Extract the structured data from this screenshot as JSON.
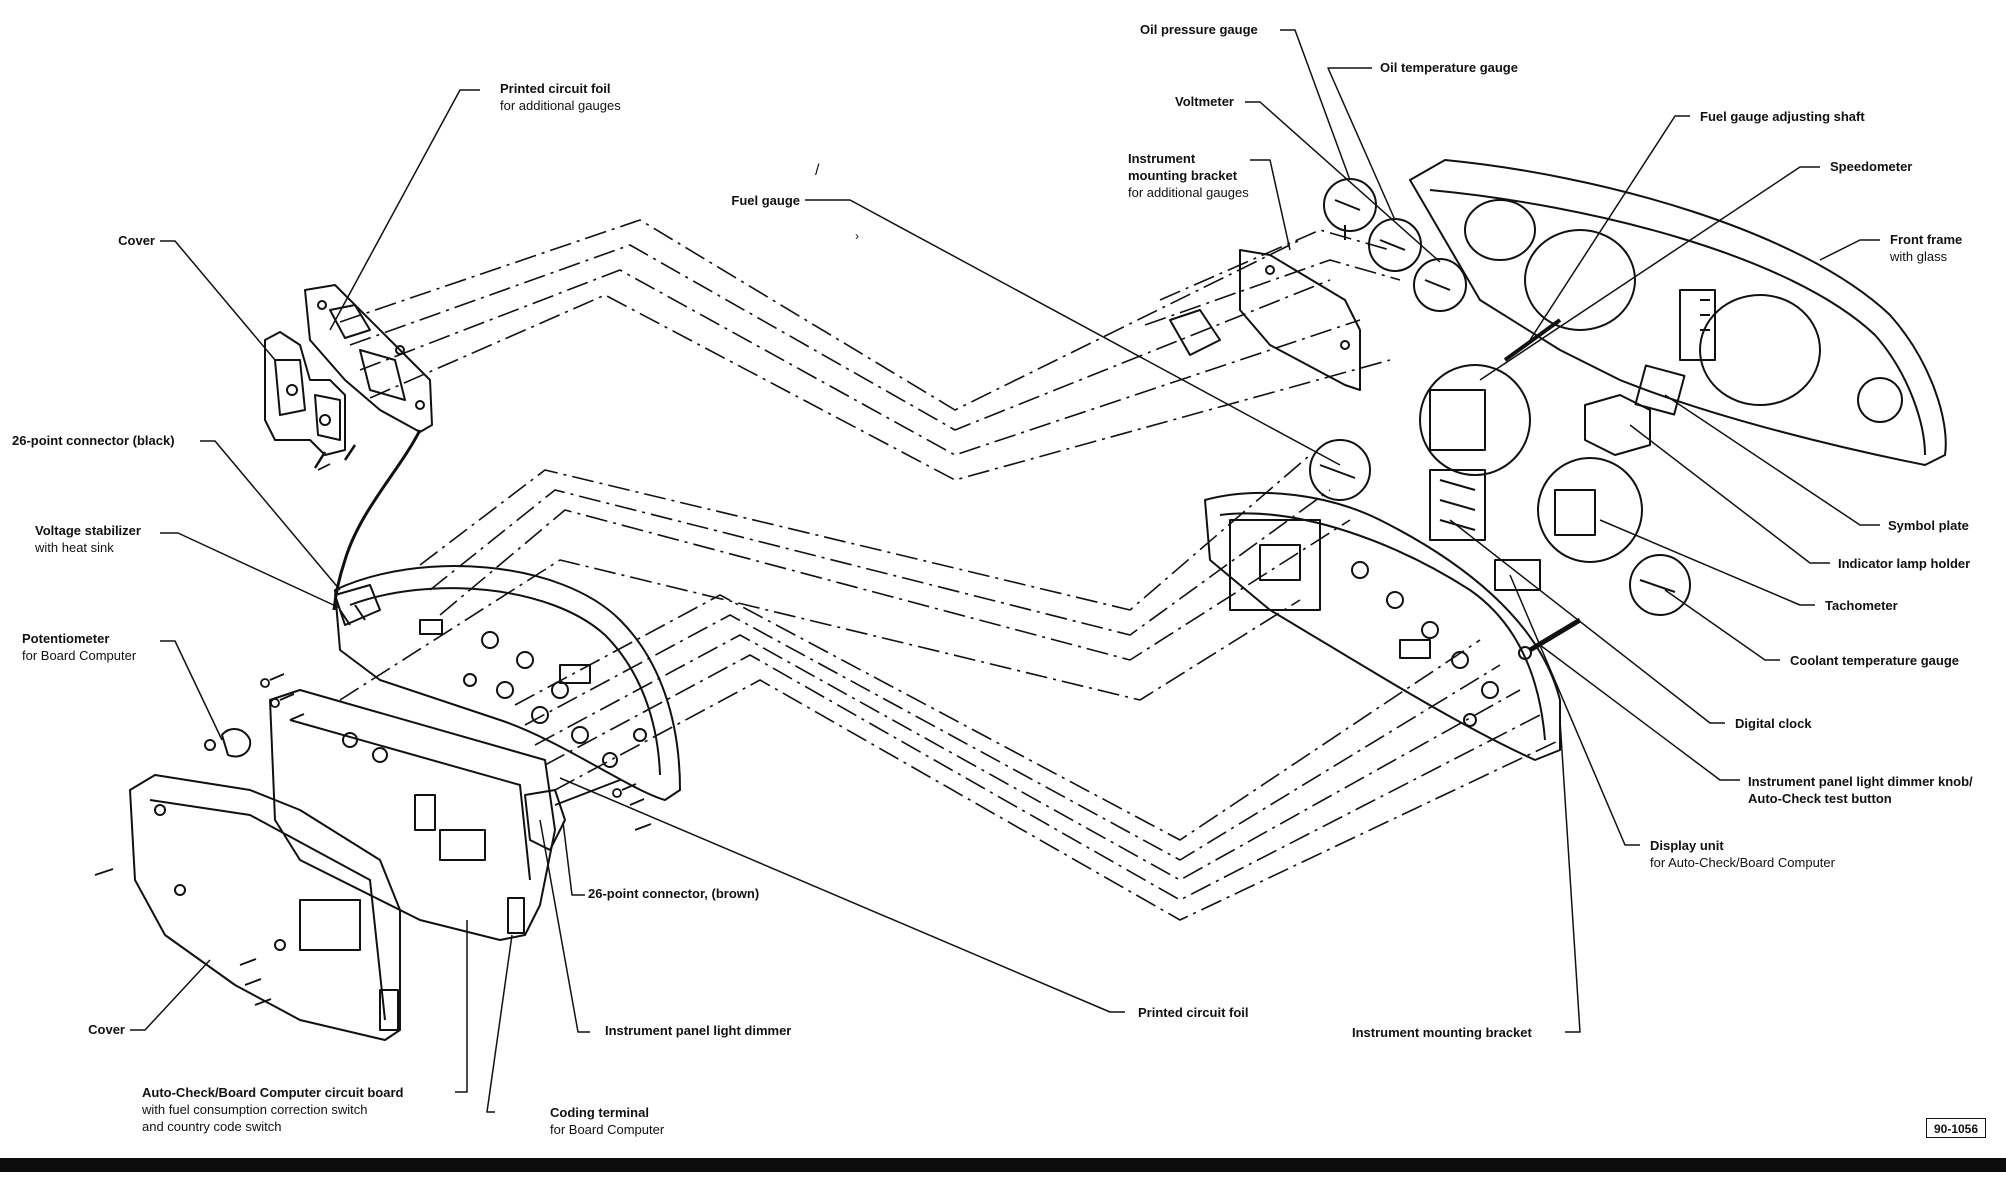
{
  "labels": {
    "printed_circuit_foil_additional": {
      "title": "Printed circuit foil",
      "sub": "for additional gauges"
    },
    "cover_top": {
      "title": "Cover"
    },
    "connector_26_black": {
      "title": "26-point connector (black)"
    },
    "voltage_stabilizer": {
      "title": "Voltage stabilizer",
      "sub": "with heat sink"
    },
    "potentiometer": {
      "title": "Potentiometer",
      "sub": "for Board Computer"
    },
    "cover_bottom": {
      "title": "Cover"
    },
    "board_computer_circuit_board": {
      "title": "Auto-Check/Board Computer circuit board",
      "sub": "with fuel consumption correction switch",
      "sub2": "and country code switch"
    },
    "coding_terminal": {
      "title": "Coding terminal",
      "sub": "for Board Computer"
    },
    "instrument_panel_light_dimmer": {
      "title": "Instrument panel light dimmer"
    },
    "connector_26_brown": {
      "title": "26-point connector, (brown)"
    },
    "printed_circuit_foil": {
      "title": "Printed circuit foil"
    },
    "instrument_mounting_bracket": {
      "title": "Instrument mounting bracket"
    },
    "fuel_gauge": {
      "title": "Fuel gauge"
    },
    "oil_pressure_gauge": {
      "title": "Oil pressure gauge"
    },
    "oil_temperature_gauge": {
      "title": "Oil temperature gauge"
    },
    "voltmeter": {
      "title": "Voltmeter"
    },
    "instrument_mounting_bracket_additional": {
      "title": "Instrument",
      "title2": "mounting bracket",
      "sub": "for additional gauges"
    },
    "fuel_gauge_adjusting_shaft": {
      "title": "Fuel gauge adjusting shaft"
    },
    "speedometer": {
      "title": "Speedometer"
    },
    "front_frame": {
      "title": "Front frame",
      "sub": "with glass"
    },
    "symbol_plate": {
      "title": "Symbol plate"
    },
    "indicator_lamp_holder": {
      "title": "Indicator lamp holder"
    },
    "tachometer": {
      "title": "Tachometer"
    },
    "coolant_temperature_gauge": {
      "title": "Coolant temperature gauge"
    },
    "digital_clock": {
      "title": "Digital clock"
    },
    "dimmer_knob": {
      "title": "Instrument panel light dimmer knob/",
      "title2": "Auto-Check test button"
    },
    "display_unit": {
      "title": "Display unit",
      "sub": "for Auto-Check/Board Computer"
    }
  },
  "figure_ref": "90-1056",
  "colors": {
    "ink": "#111111",
    "paper": "#ffffff"
  }
}
